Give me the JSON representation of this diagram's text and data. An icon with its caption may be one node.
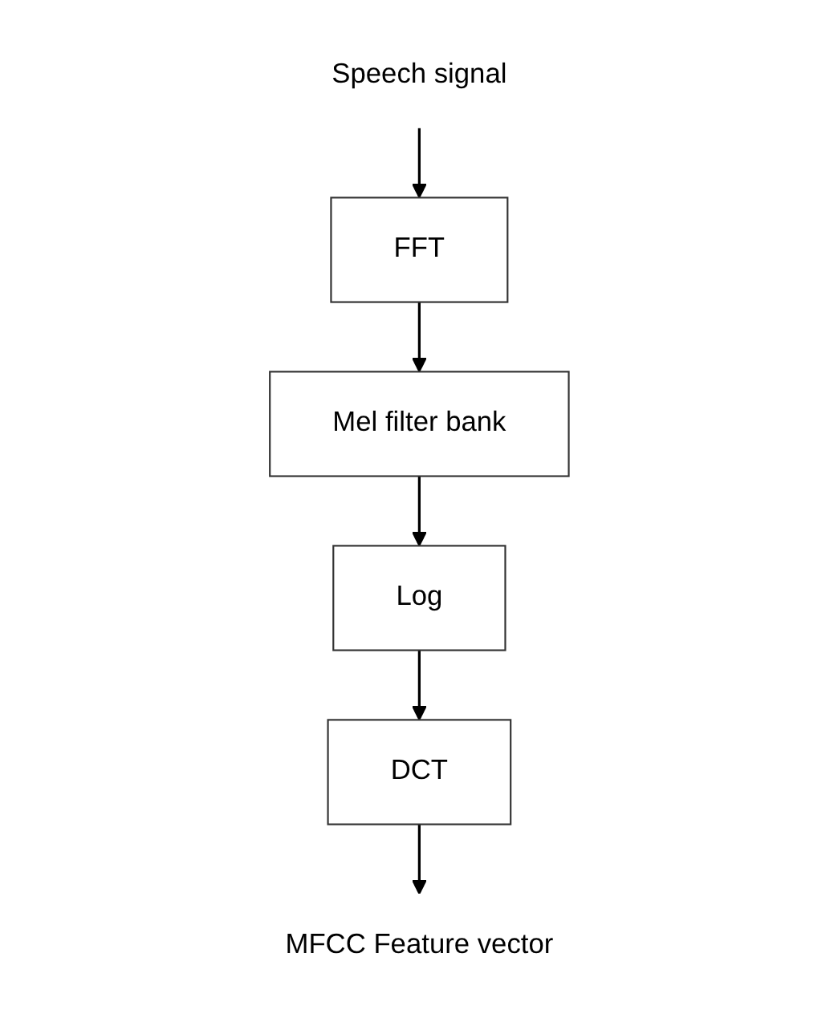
{
  "diagram": {
    "nodes": [
      {
        "text": [
          "Speech signal"
        ]
      },
      {
        "text": [
          "FFT"
        ]
      },
      {
        "text": [
          "Mel filter bank"
        ]
      },
      {
        "text": [
          "Log"
        ]
      },
      {
        "text": [
          "DCT"
        ]
      },
      {
        "text": [
          "MFCC Feature vector"
        ]
      }
    ],
    "edges": [
      {
        "from": 0,
        "to": 1,
        "arrow": "to"
      },
      {
        "from": 1,
        "to": 2,
        "arrow": "to"
      },
      {
        "from": 2,
        "to": 3,
        "arrow": "to"
      },
      {
        "from": 3,
        "to": 4,
        "arrow": "to"
      },
      {
        "from": 4,
        "to": 5,
        "arrow": "to"
      }
    ]
  }
}
